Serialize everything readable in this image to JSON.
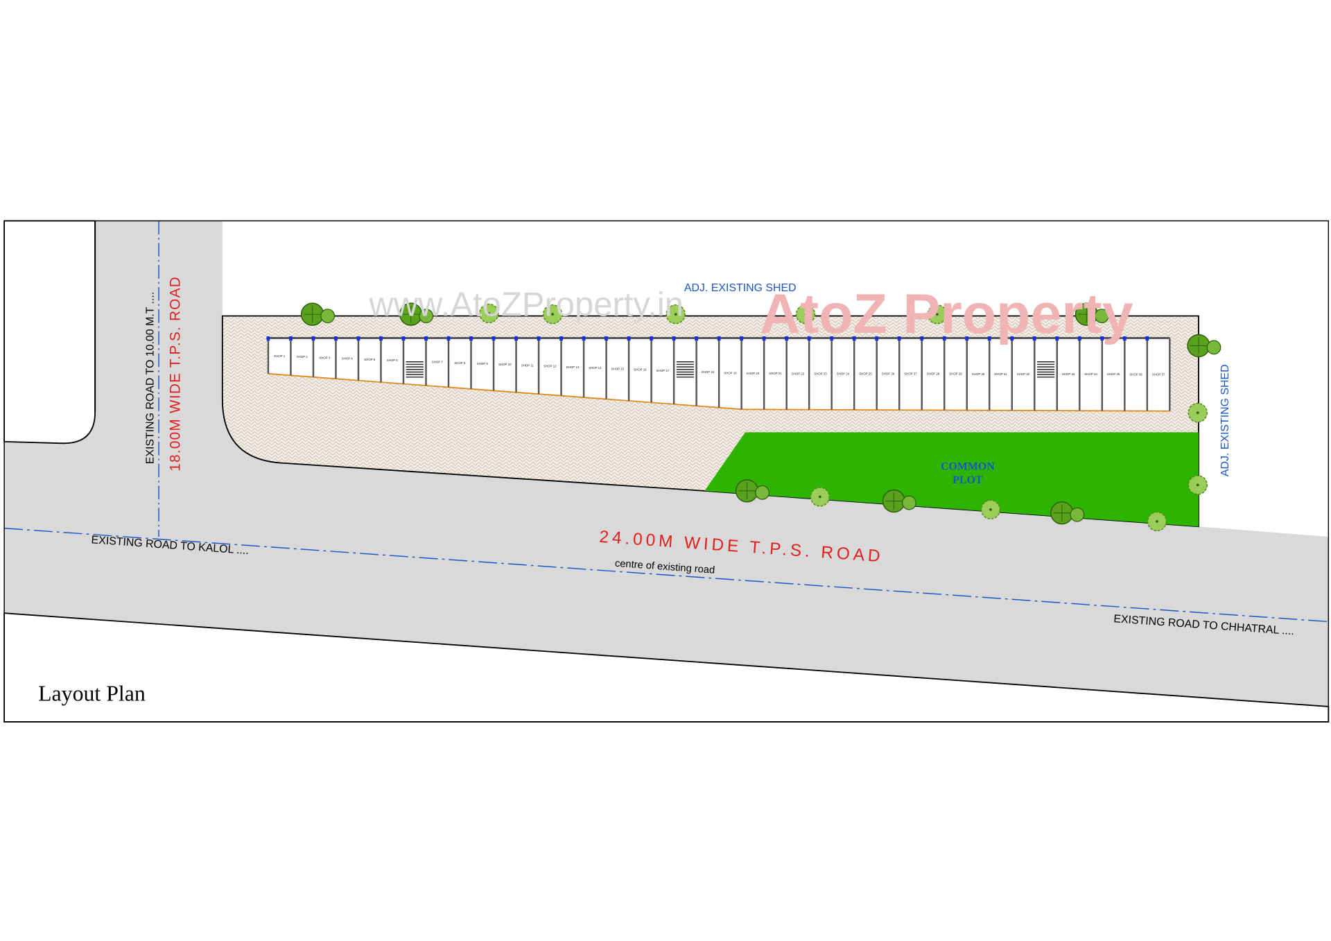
{
  "title": "Layout Plan",
  "labels": {
    "adj_shed_top": "ADJ. EXISTING SHED",
    "adj_shed_right": "ADJ. EXISTING SHED",
    "road_10m": "EXISTING ROAD TO 10.00 M.T ....",
    "road_18m": "18.00M WIDE T.P.S. ROAD",
    "road_kalol": "EXISTING ROAD TO KALOL ....",
    "road_24m": "24.00M WIDE T.P.S. ROAD",
    "road_centre": "centre of existing road",
    "road_chhatral": "EXISTING ROAD TO CHHATRAL ....",
    "common_plot_1": "COMMON",
    "common_plot_2": "PLOT"
  },
  "watermark": {
    "url": "www.AtoZProperty.in",
    "logo": "AtoZ Property"
  },
  "colors": {
    "road": "#d9d9d9",
    "green": "#2db400",
    "red_text": "#e0201c",
    "blue_text": "#1a56c8",
    "orange_edge": "#e08a1e"
  },
  "units": [
    "SHOP 1",
    "SHOP 2",
    "SHOP 3",
    "SHOP 4",
    "SHOP 5",
    "SHOP 6",
    "stair",
    "SHOP 7",
    "SHOP 8",
    "SHOP 9",
    "SHOP 10",
    "SHOP 11",
    "SHOP 12",
    "SHOP 13",
    "SHOP 14",
    "SHOP 15",
    "SHOP 16",
    "SHOP 17",
    "stair",
    "SHOP 18",
    "SHOP 19",
    "SHOP 20",
    "SHOP 21",
    "SHOP 22",
    "SHOP 23",
    "SHOP 24",
    "SHOP 25",
    "SHOP 26",
    "SHOP 27",
    "SHOP 28",
    "SHOP 29",
    "SHOP 30",
    "SHOP 31",
    "SHOP 32",
    "stair",
    "SHOP 33",
    "SHOP 34",
    "SHOP 35",
    "SHOP 36",
    "SHOP 37"
  ]
}
